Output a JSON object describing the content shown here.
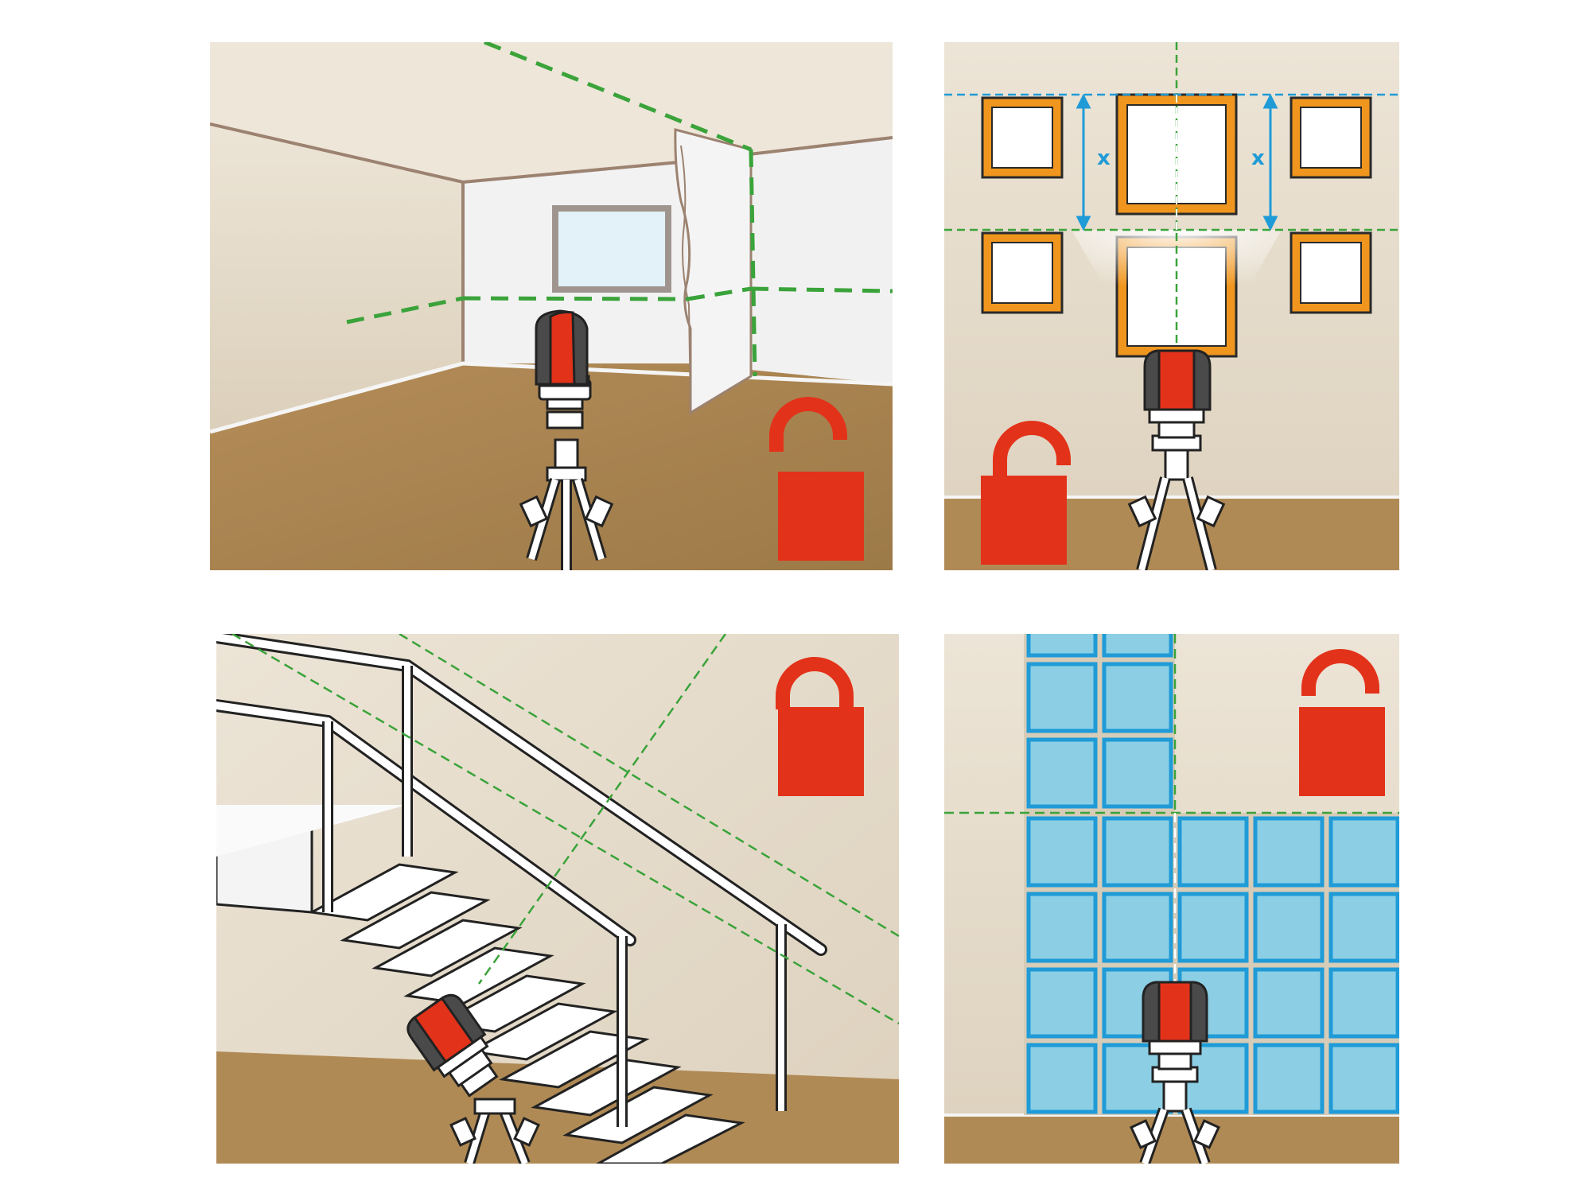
{
  "scenes": [
    {
      "id": "room-cross-lines",
      "lock": "unlocked"
    },
    {
      "id": "picture-frames",
      "lock": "unlocked",
      "spacing_markers": [
        "x",
        "x"
      ]
    },
    {
      "id": "staircase-slope",
      "lock": "locked"
    },
    {
      "id": "wall-tiles",
      "lock": "unlocked"
    }
  ],
  "colors": {
    "laser_line": "#3aa33a",
    "lock": "#e3321a",
    "device_red": "#e3321a",
    "device_grey": "#4a4a4a",
    "frame": "#f0961e",
    "tile": "#8ccfe4",
    "tile_border": "#1f9bd7",
    "wall": "#e6dccb",
    "floor": "#a8834f",
    "measure_line": "#1f9bd7"
  },
  "icons": [
    "line-laser-icon",
    "tripod-icon",
    "padlock-open-icon",
    "padlock-closed-icon"
  ]
}
